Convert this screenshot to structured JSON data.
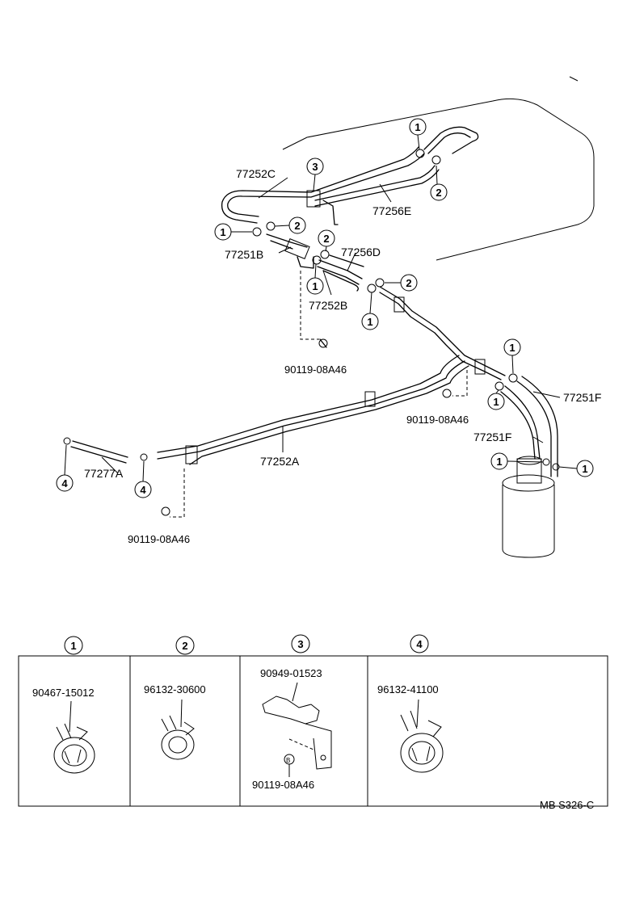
{
  "labels": {
    "p77252C": "77252C",
    "p77256E": "77256E",
    "p77251B": "77251B",
    "p77256D": "77256D",
    "p77252B": "77252B",
    "bolt1": "90119-08A46",
    "bolt2": "90119-08A46",
    "bolt3": "90119-08A46",
    "p77251F_a": "77251F",
    "p77251F_b": "77251F",
    "p77277A": "77277A",
    "p77252A": "77252A"
  },
  "callouts": [
    "1",
    "2",
    "3",
    "4"
  ],
  "legend": [
    {
      "key": "1",
      "part": "90467-15012"
    },
    {
      "key": "2",
      "part": "96132-30600"
    },
    {
      "key": "3",
      "part": "90949-01523",
      "sub_part": "90119-08A46",
      "sub_mark": "B"
    },
    {
      "key": "4",
      "part": "96132-41100"
    }
  ],
  "code": "MB S326-C"
}
